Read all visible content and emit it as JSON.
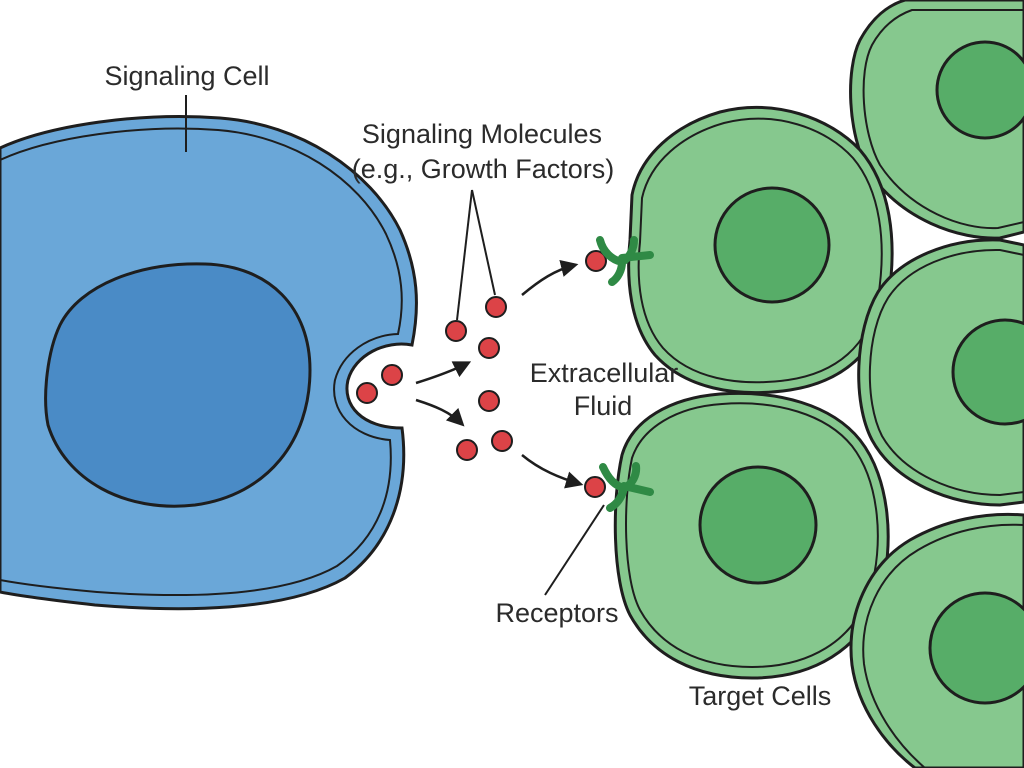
{
  "labels": {
    "signaling_cell": "Signaling Cell",
    "signaling_molecules_line1": "Signaling Molecules",
    "signaling_molecules_line2": "(e.g., Growth Factors)",
    "extracellular_line1": "Extracellular",
    "extracellular_line2": "Fluid",
    "receptors": "Receptors",
    "target_cells": "Target Cells"
  },
  "colors": {
    "signaling_cell_fill": "#6aa7d8",
    "signaling_nucleus_fill": "#4a8bc6",
    "target_cell_fill": "#86c88e",
    "target_nucleus_fill": "#57ad68",
    "receptor": "#2f8a45",
    "molecule": "#dc4347",
    "outline": "#1e1e1e"
  }
}
